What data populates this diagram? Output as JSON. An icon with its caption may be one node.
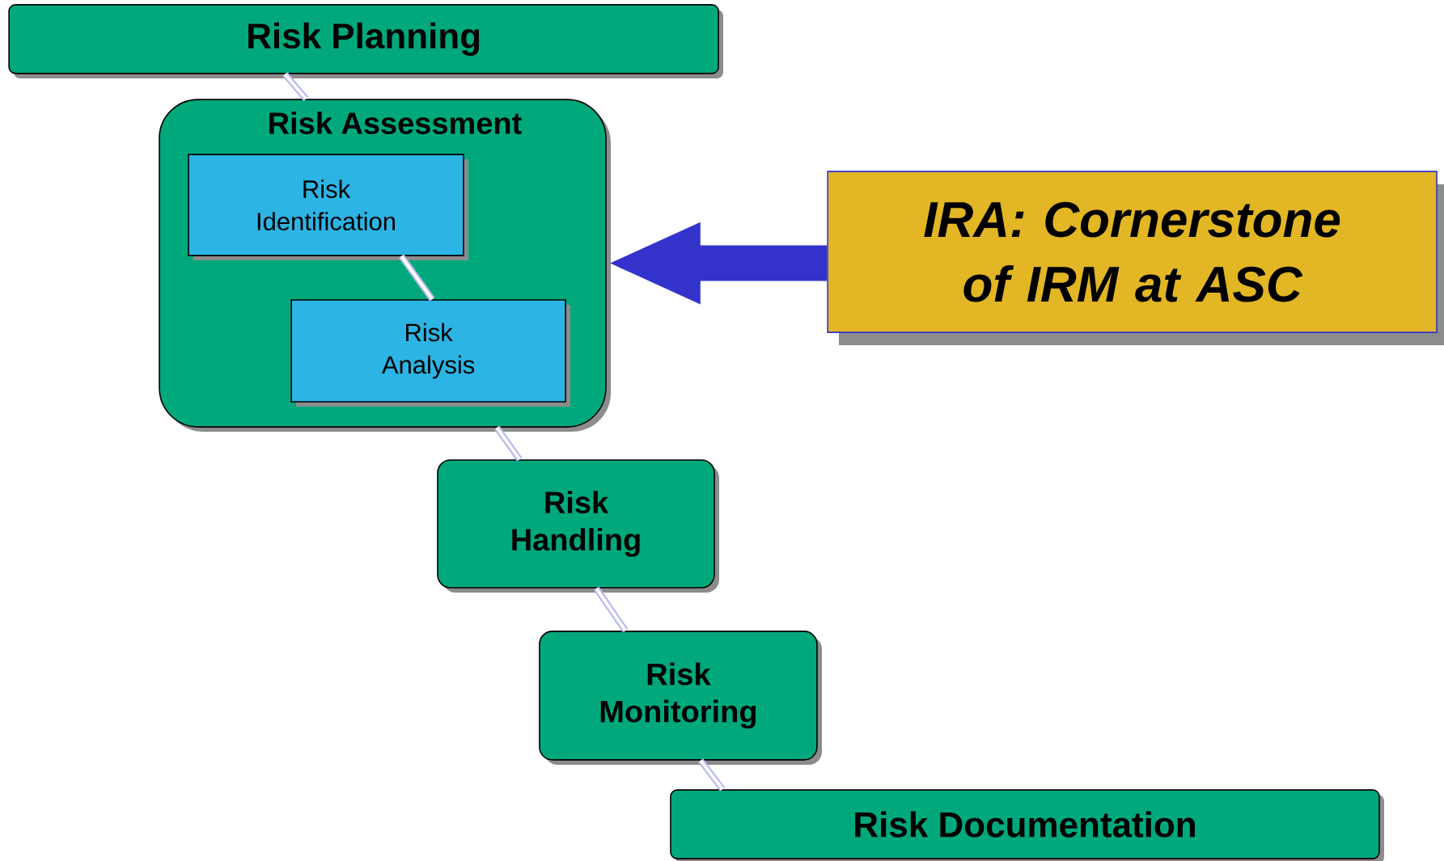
{
  "diagram": {
    "nodes": [
      {
        "text": [
          "Risk Planning"
        ]
      },
      {
        "text": [
          "Risk Assessment"
        ]
      },
      {
        "text": [
          "Risk Identification"
        ],
        "in": 1
      },
      {
        "text": [
          "Risk Analysis"
        ],
        "in": 1
      },
      {
        "text": [
          "Risk Handling"
        ]
      },
      {
        "text": [
          "Risk Monitoring"
        ]
      },
      {
        "text": [
          "Risk Documentation"
        ]
      },
      {
        "text": [
          "IRA: Cornerstone of IRM at ASC"
        ]
      }
    ],
    "edges": [
      {
        "from": 0,
        "to": 1,
        "arrow": "none"
      },
      {
        "from": 2,
        "to": 3,
        "arrow": "none"
      },
      {
        "from": 1,
        "to": 4,
        "arrow": "none"
      },
      {
        "from": 4,
        "to": 5,
        "arrow": "none"
      },
      {
        "from": 5,
        "to": 6,
        "arrow": "none"
      },
      {
        "from": 7,
        "to": 1,
        "arrow": "to",
        "style": "thick",
        "color": "#3333cc"
      }
    ]
  }
}
